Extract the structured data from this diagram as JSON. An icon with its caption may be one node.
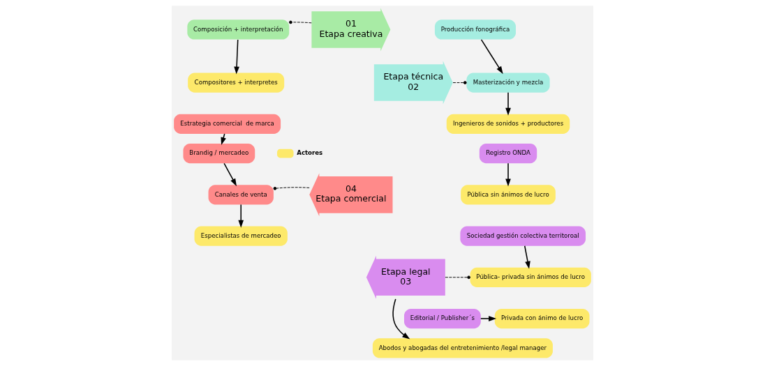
{
  "diagram": {
    "nodes": [
      {
        "text": [
          "01",
          "Etapa creativa"
        ]
      },
      {
        "text": [
          "Etapa técnica",
          "02"
        ]
      },
      {
        "text": [
          "Etapa legal",
          "03"
        ]
      },
      {
        "text": [
          "04",
          "Etapa comercial"
        ]
      },
      {
        "text": [
          "Composición + interpretación"
        ]
      },
      {
        "text": [
          "Compositores + interpretes"
        ]
      },
      {
        "text": [
          "Producción fonográfica"
        ]
      },
      {
        "text": [
          "Masterización y mezcla"
        ]
      },
      {
        "text": [
          "Ingenieros de sonidos + productores"
        ]
      },
      {
        "text": [
          "Estrategia comercial  de marca"
        ]
      },
      {
        "text": [
          "Brandig / mercadeo"
        ]
      },
      {
        "text": [
          "Canales de venta"
        ]
      },
      {
        "text": [
          "Especialistas de mercadeo"
        ]
      },
      {
        "text": [
          "Registro ONDA"
        ]
      },
      {
        "text": [
          "Pública sin ánimos de lucro"
        ]
      },
      {
        "text": [
          "Sociedad gestión colectiva territoroal"
        ]
      },
      {
        "text": [
          "Pública- privada sin ánimos de lucro"
        ]
      },
      {
        "text": [
          "Editorial / Publisher´s"
        ]
      },
      {
        "text": [
          "Privada con ánimo de lucro"
        ]
      },
      {
        "text": [
          "Abodos y abogadas del entretenimiento /legal manager"
        ]
      }
    ],
    "edges": [
      {
        "from": 4,
        "to": 5,
        "arrow": "to"
      },
      {
        "from": 6,
        "to": 7,
        "arrow": "to"
      },
      {
        "from": 7,
        "to": 8,
        "arrow": "to"
      },
      {
        "from": 9,
        "to": 10,
        "arrow": "to"
      },
      {
        "from": 10,
        "to": 11,
        "arrow": "to"
      },
      {
        "from": 11,
        "to": 12,
        "arrow": "to"
      },
      {
        "from": 13,
        "to": 14,
        "arrow": "to"
      },
      {
        "from": 15,
        "to": 16,
        "arrow": "to"
      },
      {
        "from": 17,
        "to": 18,
        "arrow": "to"
      },
      {
        "from": 2,
        "to": 19,
        "arrow": "to"
      },
      {
        "from": 0,
        "to": 4,
        "arrow": "other",
        "style": "dashed"
      },
      {
        "from": 1,
        "to": 7,
        "arrow": "other",
        "style": "dashed"
      },
      {
        "from": 2,
        "to": 16,
        "arrow": "other",
        "style": "dashed"
      },
      {
        "from": 3,
        "to": 11,
        "arrow": "other",
        "style": "dashed"
      }
    ],
    "legend": [
      {
        "text": "Actores",
        "color": "#fde96a"
      }
    ]
  }
}
